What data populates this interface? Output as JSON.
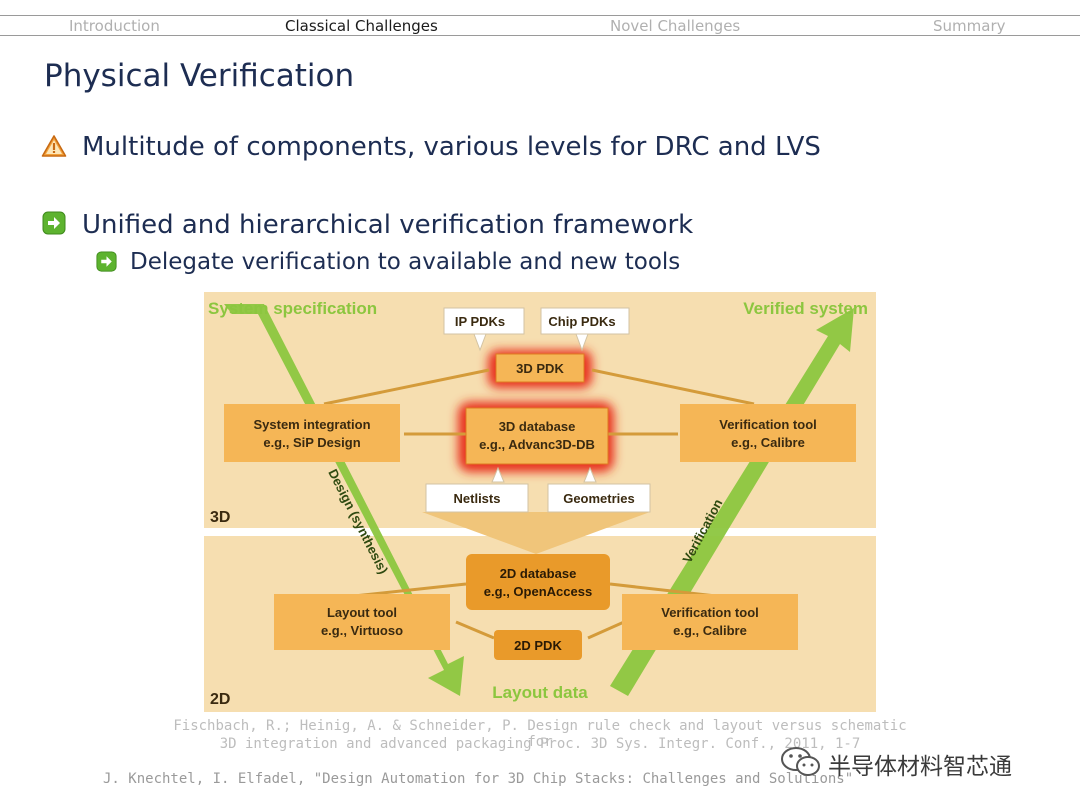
{
  "nav": {
    "items": [
      "Introduction",
      "Classical Challenges",
      "Novel Challenges",
      "Summary"
    ],
    "active": "Classical Challenges"
  },
  "title": "Physical Verification",
  "bullets": [
    {
      "icon": "warning-icon",
      "text": "Multitude of components, various levels for DRC and LVS"
    },
    {
      "icon": "arrow-right-green-icon",
      "text": "Unified and hierarchical verification framework"
    },
    {
      "icon": "arrow-right-green-icon",
      "text": "Delegate verification to available and new tools"
    }
  ],
  "diagram": {
    "labels": {
      "system_spec": "System specification",
      "verified_system": "Verified system",
      "layout_data": "Layout data",
      "design_arrow": "Design (synthesis)",
      "verification_arrow": "Verification",
      "level_3d": "3D",
      "level_2d": "2D"
    },
    "boxes": {
      "ip_pdks": "IP PDKs",
      "chip_pdks": "Chip PDKs",
      "pdk_3d": "3D PDK",
      "db_3d_line1": "3D database",
      "db_3d_line2": "e.g., Advanc3D-DB",
      "sys_int_line1": "System integration",
      "sys_int_line2": "e.g., SiP Design",
      "ver_tool_3d_line1": "Verification tool",
      "ver_tool_3d_line2": "e.g., Calibre",
      "netlists": "Netlists",
      "geometries": "Geometries",
      "db_2d_line1": "2D database",
      "db_2d_line2": "e.g., OpenAccess",
      "layout_tool_line1": "Layout tool",
      "layout_tool_line2": "e.g., Virtuoso",
      "ver_tool_2d_line1": "Verification tool",
      "ver_tool_2d_line2": "e.g., Calibre",
      "pdk_2d": "2D PDK"
    }
  },
  "citation": {
    "line1": "Fischbach, R.; Heinig, A. & Schneider, P. Design rule check and layout versus schematic for",
    "line2": "3D integration and advanced packaging Proc. 3D Sys. Integr. Conf., 2011, 1-7"
  },
  "footer": "J. Knechtel, I. Elfadel, \"Design Automation for 3D Chip Stacks: Challenges and Solutions\"",
  "watermark": "半导体材料智芯通",
  "colors": {
    "title": "#1d2d52",
    "panel_bg": "#f6deb0",
    "box_fill": "#f5b656",
    "box_dark": "#e99a2a",
    "glow": "#e8311a",
    "green_arrow": "#8cc63f",
    "gold_arrow": "#d49b3a"
  }
}
